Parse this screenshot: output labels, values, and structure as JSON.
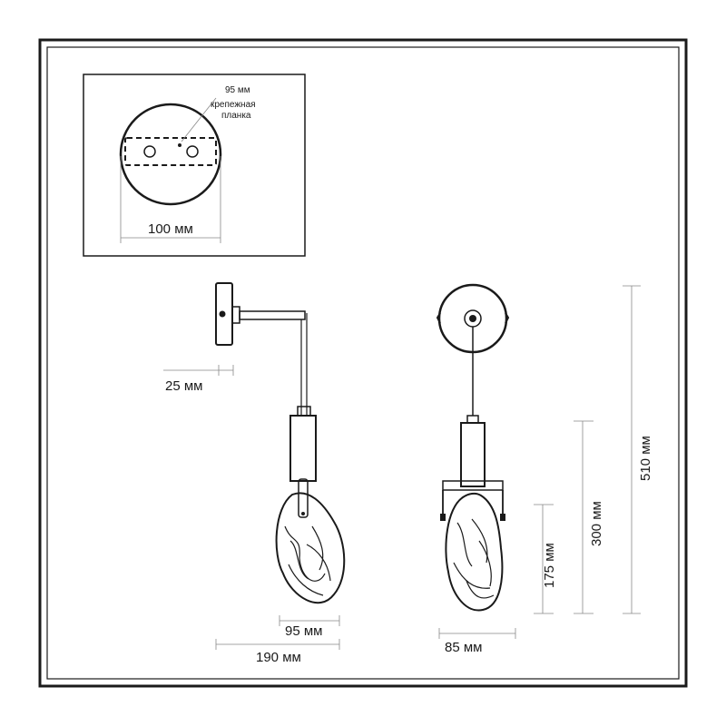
{
  "inset": {
    "mount_width_label": "95 мм",
    "mount_note_line1": "крепежная",
    "mount_note_line2": "планка",
    "base_diameter_label": "100 мм"
  },
  "side_view": {
    "wall_offset_label": "25 мм",
    "shade_width_label": "95 мм",
    "projection_label": "190 мм"
  },
  "front_view": {
    "shade_width_label": "85 мм",
    "shade_height_label": "175 мм",
    "body_height_label": "300 мм",
    "total_height_label": "510 мм"
  },
  "colors": {
    "line": "#1a1a1a",
    "dim_line": "#888888"
  }
}
